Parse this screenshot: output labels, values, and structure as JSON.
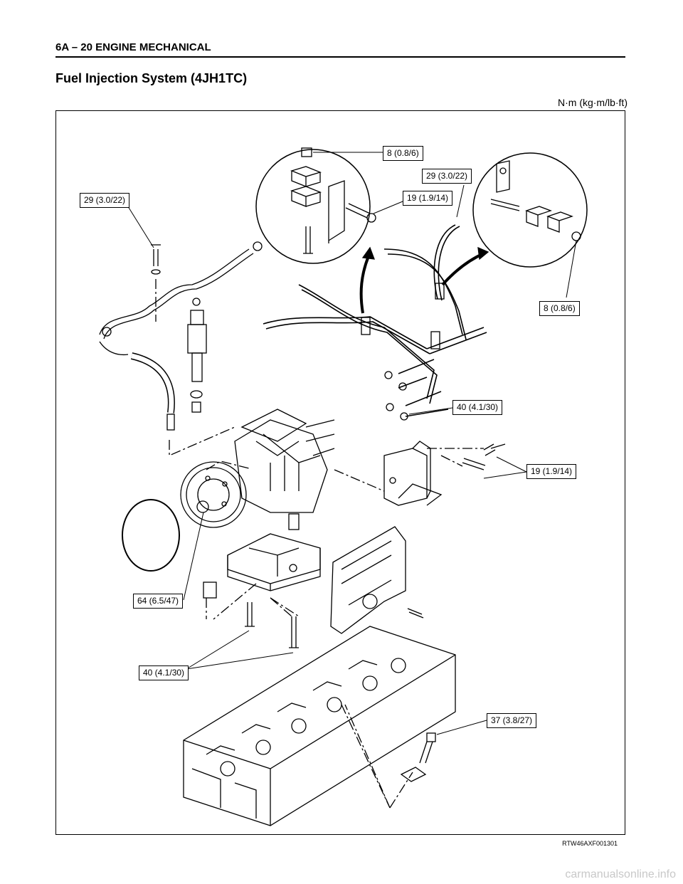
{
  "header": {
    "section": "6A – 20  ENGINE MECHANICAL"
  },
  "title": "Fuel Injection System (4JH1TC)",
  "units": "N·m (kg·m/lb·ft)",
  "callouts": {
    "c1": "29 (3.0/22)",
    "c2": "8 (0.8/6)",
    "c3": "29 (3.0/22)",
    "c4": "19 (1.9/14)",
    "c5": "8 (0.8/6)",
    "c6": "40 (4.1/30)",
    "c7": "19 (1.9/14)",
    "c8": "64 (6.5/47)",
    "c9": "40 (4.1/30)",
    "c10": "37 (3.8/27)"
  },
  "figure_id": "RTW46AXF001301",
  "footer": "carmanualsonline.info"
}
